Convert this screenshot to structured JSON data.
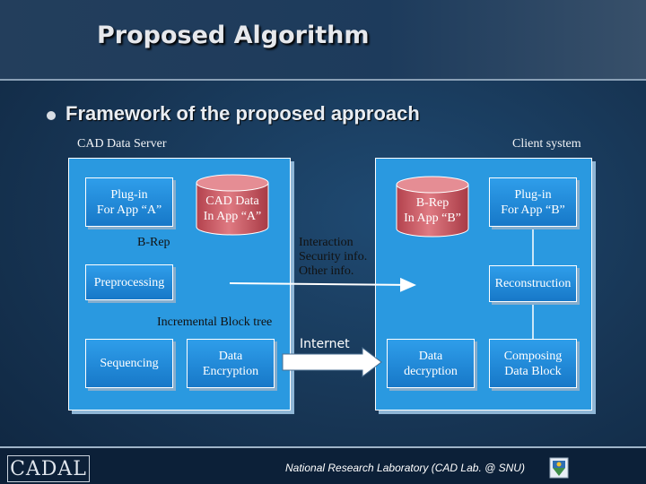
{
  "slide": {
    "title": "Proposed Algorithm",
    "bullet_text": "Framework of the proposed approach"
  },
  "diagram": {
    "server_caption": "CAD Data Server",
    "client_caption": "Client system",
    "server": {
      "plugin_box": "Plug-in\nFor App “A”",
      "cad_data_db": "CAD Data\nIn App “A”",
      "brep_label": "B-Rep",
      "preprocessing_box": "Preprocessing",
      "block_tree_label": "Incremental Block tree",
      "sequencing_box": "Sequencing",
      "encryption_box": "Data\nEncryption"
    },
    "middle": {
      "interaction_label": "Interaction\nSecurity info.\nOther info.",
      "internet_label": "Internet"
    },
    "client": {
      "brep_db": "B-Rep\nIn App “B”",
      "plugin_box": "Plug-in\nFor App “B”",
      "reconstruction_box": "Reconstruction",
      "decryption_box": "Data\ndecryption",
      "composing_box": "Composing\nData Block"
    }
  },
  "footer": {
    "logo_text": "CADAL",
    "lab_text": "National Research Laboratory (CAD Lab. @ SNU)"
  },
  "colors": {
    "panel_blue": "#2a99e0",
    "db_red": "#c9515a",
    "slide_navy": "#173554"
  },
  "icons": [
    "bullet-dot",
    "snu-emblem-icon"
  ]
}
